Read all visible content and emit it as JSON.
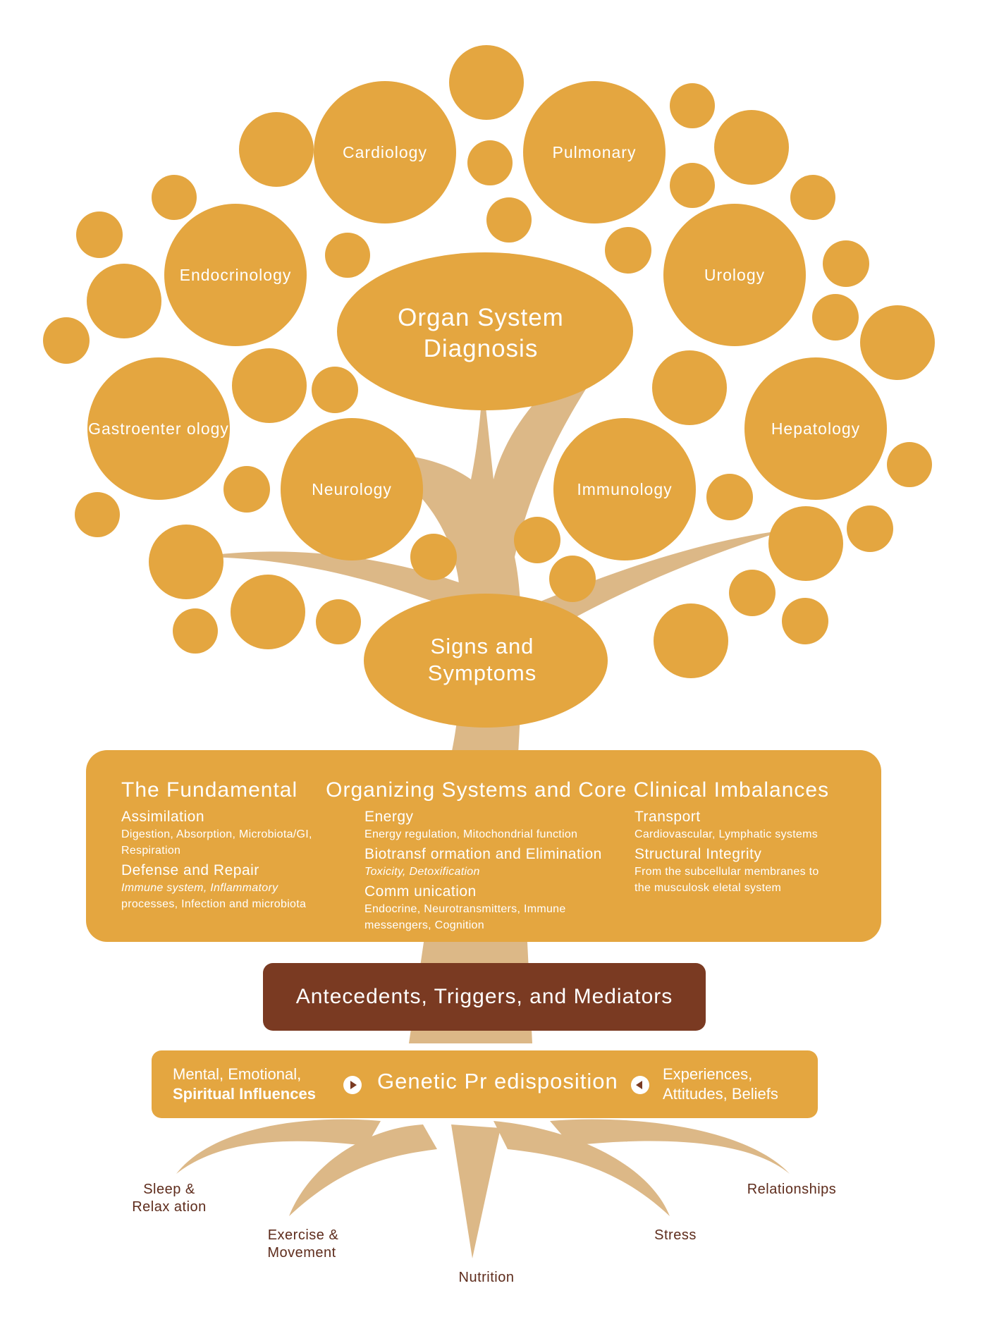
{
  "tree": {
    "organ_system": [
      "Organ System",
      "Diagnosis"
    ],
    "signs_symptoms": [
      "Signs and",
      "Symptoms"
    ],
    "specialties": {
      "cardiology": "Cardiology",
      "pulmonary": "Pulmonary",
      "endocrinology": "Endocrinology",
      "urology": "Urology",
      "gastroenterology": "Gastroenter ology",
      "hepatology": "Hepatology",
      "neurology": "Neurology",
      "immunology": "Immunology"
    }
  },
  "fundamental": {
    "title_left": "The Fundamental",
    "title_right": "Organizing Systems and Core Clinical Imbalances",
    "col1": {
      "assimilation": "Assimilation",
      "assimilation_desc": [
        "Digestion, Absorption, Microbiota/GI,",
        "Respiration"
      ],
      "defense": "Defense and Repair",
      "defense_desc_italic": "Immune system, Inflammatory",
      "defense_desc": "processes, Infection and microbiota"
    },
    "col2": {
      "energy": "Energy",
      "energy_desc": "Energy regulation, Mitochondrial function",
      "biotrans": "Biotransf ormation and Elimination",
      "biotrans_desc": "Toxicity, Detoxification",
      "comm": "Comm unication",
      "comm_desc": [
        "Endocrine, Neurotransmitters, Immune",
        "messengers, Cognition"
      ]
    },
    "col3": {
      "transport": "Transport",
      "transport_desc": "Cardiovascular, Lymphatic systems",
      "structural": "Structural Integrity",
      "structural_desc": [
        "From the subcellular membranes to",
        "the musculosk eletal system"
      ]
    }
  },
  "antecedents": "Antecedents, Triggers, and Mediators",
  "genetic_bar": {
    "left_line1": "Mental, Emotional,",
    "left_line2": "Spiritual Influences",
    "center": "Genetic Pr edisposition",
    "right_line1": "Experiences,",
    "right_line2": "Attitudes, Beliefs"
  },
  "roots": {
    "sleep": [
      "Sleep &",
      "Relax ation"
    ],
    "exercise": [
      "Exercise &",
      "Movement"
    ],
    "nutrition": "Nutrition",
    "stress": "Stress",
    "relationships": "Relationships"
  },
  "colors": {
    "leaf": "#e4a640",
    "trunk": "#dcb887",
    "antecedents": "#7a3a22",
    "root_text": "#5e2c1c"
  }
}
